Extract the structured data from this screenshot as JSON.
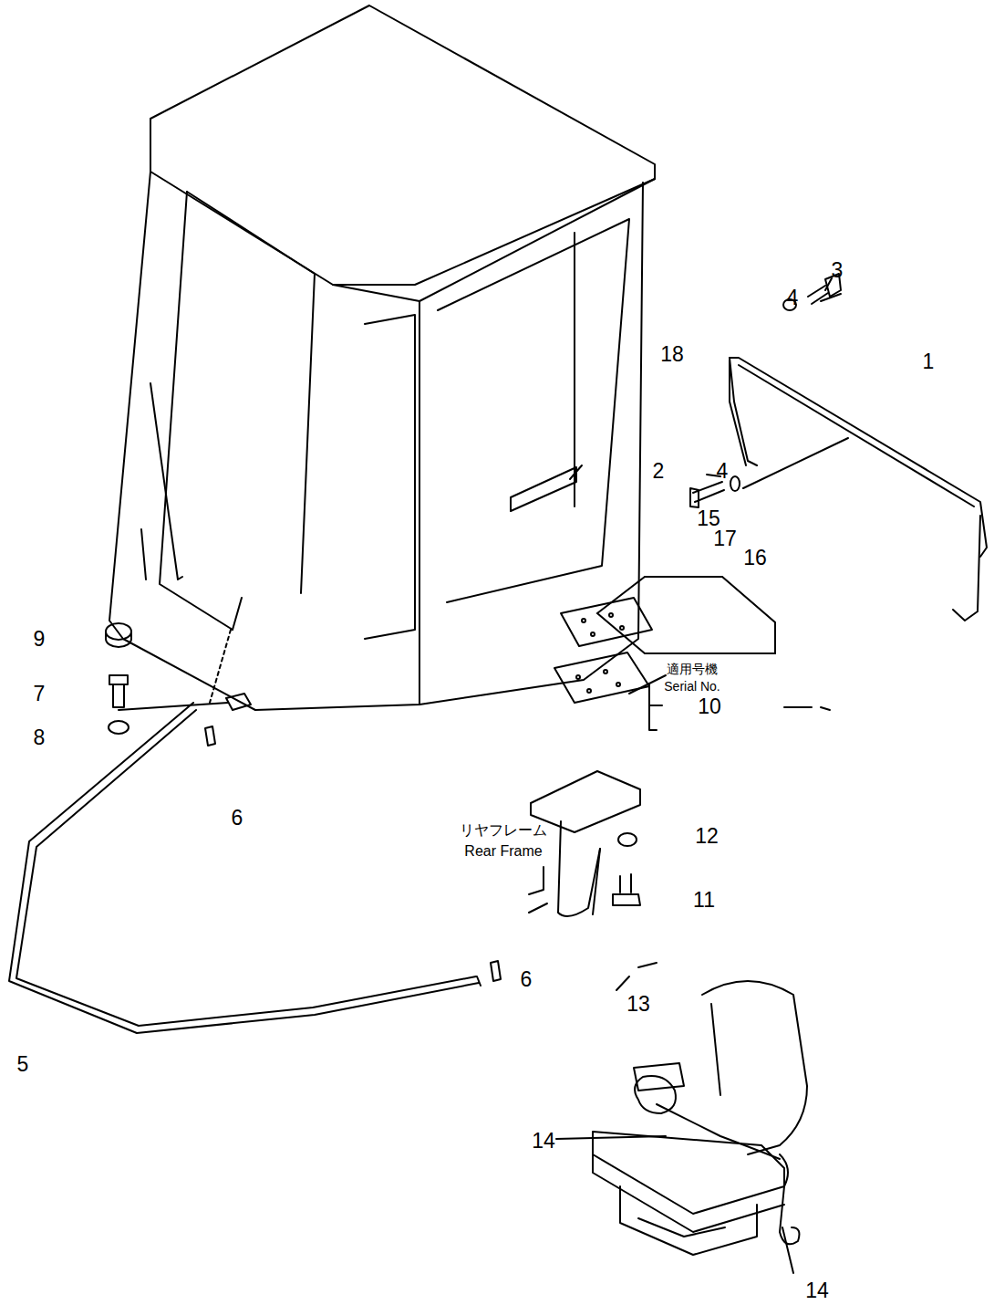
{
  "diagram": {
    "nodes": [
      {
        "text": [
          "適用号機 Serial No."
        ]
      }
    ],
    "labels": [
      "3",
      "4",
      "1",
      "18",
      "2",
      "4",
      "15",
      "17",
      "16",
      "9",
      "7",
      "8",
      "10",
      "6",
      "リヤフレーム",
      "Rear Frame",
      "12",
      "11",
      "6",
      "5",
      "13",
      "14",
      "14"
    ]
  }
}
